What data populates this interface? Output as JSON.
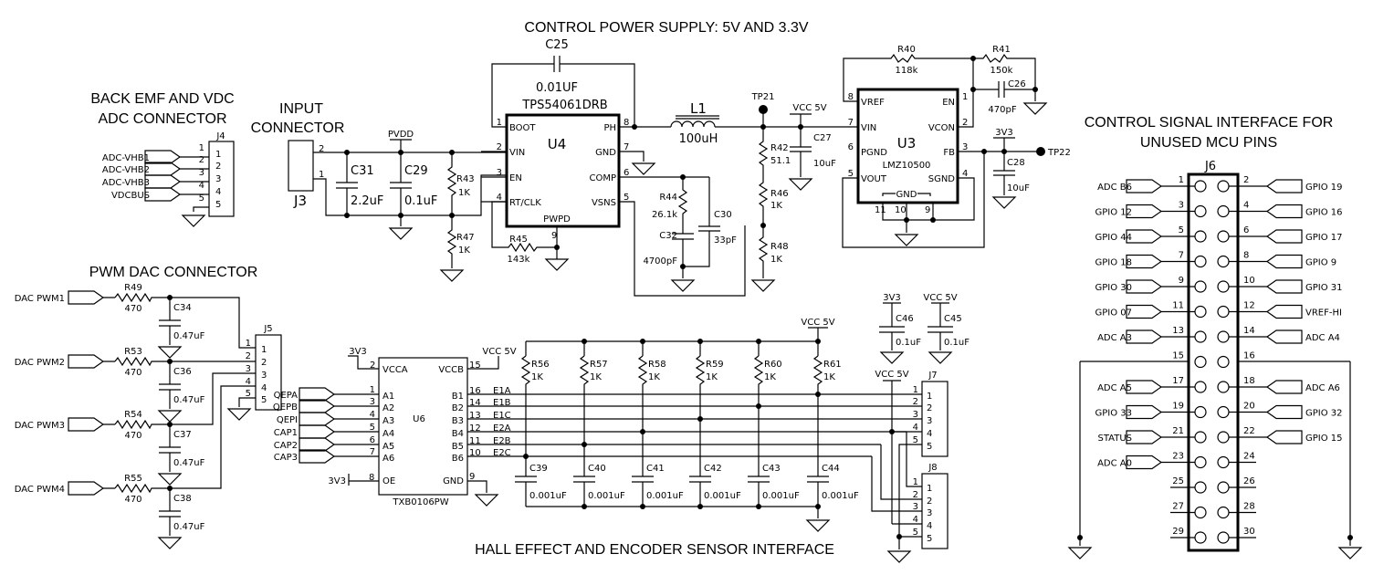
{
  "titles": {
    "back_emf": [
      "BACK EMF AND VDC",
      "ADC CONNECTOR"
    ],
    "input_connector": [
      "INPUT",
      "CONNECTOR"
    ],
    "power_supply": "CONTROL POWER SUPPLY: 5V AND 3.3V",
    "control_signal": [
      "CONTROL SIGNAL INTERFACE FOR",
      "UNUSED MCU PINS"
    ],
    "pwm_dac": "PWM  DAC CONNECTOR",
    "hall_effect": "HALL EFFECT AND ENCODER SENSOR INTERFACE"
  },
  "j4": {
    "ref": "J4",
    "nets": [
      "ADC-VHB1",
      "ADC-VHB2",
      "ADC-VHB3",
      "VDCBUS"
    ],
    "pins": [
      "1",
      "2",
      "3",
      "4",
      "5"
    ]
  },
  "j3": {
    "ref": "J3",
    "pins": [
      "2",
      "1"
    ]
  },
  "pvdd": "PVDD",
  "c31": {
    "ref": "C31",
    "value": "2.2uF"
  },
  "c29": {
    "ref": "C29",
    "value": "0.1uF"
  },
  "r43": {
    "ref": "R43",
    "value": "1K"
  },
  "r47": {
    "ref": "R47",
    "value": "1K"
  },
  "c25": {
    "ref": "C25",
    "value": "0.01UF"
  },
  "u4": {
    "part": "TPS54061DRB",
    "ref": "U4",
    "left_pins": [
      {
        "num": "1",
        "name": "BOOT"
      },
      {
        "num": "2",
        "name": "VIN"
      },
      {
        "num": "3",
        "name": "EN"
      },
      {
        "num": "4",
        "name": "RT/CLK"
      }
    ],
    "right_pins": [
      {
        "num": "8",
        "name": "PH"
      },
      {
        "num": "7",
        "name": "GND"
      },
      {
        "num": "6",
        "name": "COMP"
      },
      {
        "num": "5",
        "name": "VSNS"
      }
    ],
    "bottom_pin": {
      "num": "9",
      "name": "PWPD"
    }
  },
  "r45": {
    "ref": "R45",
    "value": "143k"
  },
  "r44": {
    "ref": "R44",
    "value": "26.1k"
  },
  "c32": {
    "ref": "C32",
    "value": "4700pF"
  },
  "c30": {
    "ref": "C30",
    "value": "33pF"
  },
  "l1": {
    "ref": "L1",
    "value": "100uH"
  },
  "tp21": "TP21",
  "tp22": "TP22",
  "r42": {
    "ref": "R42",
    "value": "51.1"
  },
  "r46": {
    "ref": "R46",
    "value": "1K"
  },
  "r48": {
    "ref": "R48",
    "value": "1K"
  },
  "vcc5v": "VCC 5V",
  "v3v3": "3V3",
  "c27": {
    "ref": "C27",
    "value": "10uF"
  },
  "c28": {
    "ref": "C28",
    "value": "10uF"
  },
  "r40": {
    "ref": "R40",
    "value": "118k"
  },
  "r41": {
    "ref": "R41",
    "value": "150k"
  },
  "c26": {
    "ref": "C26",
    "value": "470pF"
  },
  "u3": {
    "ref": "U3",
    "part": "LMZ10500",
    "left_pins": [
      {
        "num": "8",
        "name": "VREF"
      },
      {
        "num": "7",
        "name": "VIN"
      },
      {
        "num": "6",
        "name": "PGND"
      },
      {
        "num": "5",
        "name": "VOUT"
      }
    ],
    "right_pins": [
      {
        "num": "1",
        "name": "EN"
      },
      {
        "num": "2",
        "name": "VCON"
      },
      {
        "num": "3",
        "name": "FB"
      },
      {
        "num": "4",
        "name": "SGND"
      }
    ],
    "gnd_label": "GND",
    "bottom_pins": [
      "11",
      "10",
      "9"
    ]
  },
  "j6": {
    "ref": "J6",
    "left": [
      {
        "num": "1",
        "net": "ADC  B6"
      },
      {
        "num": "3",
        "net": "GPIO  12"
      },
      {
        "num": "5",
        "net": "GPIO  44"
      },
      {
        "num": "7",
        "net": "GPIO  18"
      },
      {
        "num": "9",
        "net": "GPIO  30"
      },
      {
        "num": "11",
        "net": "GPIO  07"
      },
      {
        "num": "13",
        "net": "ADC  A3"
      },
      {
        "num": "15",
        "net": ""
      },
      {
        "num": "17",
        "net": "ADC  A5"
      },
      {
        "num": "19",
        "net": "GPIO  33"
      },
      {
        "num": "21",
        "net": "STATUS"
      },
      {
        "num": "23",
        "net": "ADC  A0"
      },
      {
        "num": "25",
        "net": ""
      },
      {
        "num": "27",
        "net": ""
      },
      {
        "num": "29",
        "net": ""
      }
    ],
    "right": [
      {
        "num": "2",
        "net": "GPIO  19"
      },
      {
        "num": "4",
        "net": "GPIO  16"
      },
      {
        "num": "6",
        "net": "GPIO  17"
      },
      {
        "num": "8",
        "net": "GPIO  9"
      },
      {
        "num": "10",
        "net": "GPIO  31"
      },
      {
        "num": "12",
        "net": "VREF-HI"
      },
      {
        "num": "14",
        "net": "ADC  A4"
      },
      {
        "num": "16",
        "net": ""
      },
      {
        "num": "18",
        "net": "ADC  A6"
      },
      {
        "num": "20",
        "net": "GPIO  32"
      },
      {
        "num": "22",
        "net": "GPIO  15"
      },
      {
        "num": "24",
        "net": ""
      },
      {
        "num": "26",
        "net": ""
      },
      {
        "num": "28",
        "net": ""
      },
      {
        "num": "30",
        "net": ""
      }
    ]
  },
  "pwm_dac": {
    "channels": [
      {
        "net": "DAC PWM1",
        "r_ref": "R49",
        "r_val": "470",
        "c_ref": "C34",
        "c_val": "0.47uF"
      },
      {
        "net": "DAC PWM2",
        "r_ref": "R53",
        "r_val": "470",
        "c_ref": "C36",
        "c_val": "0.47uF"
      },
      {
        "net": "DAC PWM3",
        "r_ref": "R54",
        "r_val": "470",
        "c_ref": "C37",
        "c_val": "0.47uF"
      },
      {
        "net": "DAC PWM4",
        "r_ref": "R55",
        "r_val": "470",
        "c_ref": "C38",
        "c_val": "0.47uF"
      }
    ],
    "j5": {
      "ref": "J5",
      "pins": [
        "1",
        "2",
        "3",
        "4",
        "5"
      ]
    }
  },
  "u6": {
    "ref": "U6",
    "part": "TXB0106PW",
    "vcca": {
      "num": "2",
      "name": "VCCA",
      "net": "3V3"
    },
    "vccb": {
      "num": "15",
      "name": "VCCB",
      "net": "VCC 5V"
    },
    "a_pins": [
      {
        "net": "QEPA",
        "num": "1",
        "name": "A1"
      },
      {
        "net": "QEPB",
        "num": "3",
        "name": "A2"
      },
      {
        "net": "QEPI",
        "num": "4",
        "name": "A3"
      },
      {
        "net": "CAP1",
        "num": "5",
        "name": "A4"
      },
      {
        "net": "CAP2",
        "num": "6",
        "name": "A5"
      },
      {
        "net": "CAP3",
        "num": "7",
        "name": "A6"
      }
    ],
    "b_pins": [
      {
        "name": "B1",
        "num": "16",
        "net": "E1A"
      },
      {
        "name": "B2",
        "num": "14",
        "net": "E1B"
      },
      {
        "name": "B3",
        "num": "13",
        "net": "E1C"
      },
      {
        "name": "B4",
        "num": "12",
        "net": "E2A"
      },
      {
        "name": "B5",
        "num": "11",
        "net": "E2B"
      },
      {
        "name": "B6",
        "num": "10",
        "net": "E2C"
      }
    ],
    "oe": {
      "num": "8",
      "name": "OE",
      "net": "3V3"
    },
    "gnd": {
      "num": "9",
      "name": "GND"
    }
  },
  "pullups": [
    {
      "r_ref": "R56",
      "r_val": "1K",
      "c_ref": "C39",
      "c_val": "0.001uF"
    },
    {
      "r_ref": "R57",
      "r_val": "1K",
      "c_ref": "C40",
      "c_val": "0.001uF"
    },
    {
      "r_ref": "R58",
      "r_val": "1K",
      "c_ref": "C41",
      "c_val": "0.001uF"
    },
    {
      "r_ref": "R59",
      "r_val": "1K",
      "c_ref": "C42",
      "c_val": "0.001uF"
    },
    {
      "r_ref": "R60",
      "r_val": "1K",
      "c_ref": "C43",
      "c_val": "0.001uF"
    },
    {
      "r_ref": "R61",
      "r_val": "1K",
      "c_ref": "C44",
      "c_val": "0.001uF"
    }
  ],
  "c46": {
    "ref": "C46",
    "value": "0.1uF",
    "net": "3V3"
  },
  "c45": {
    "ref": "C45",
    "value": "0.1uF",
    "net": "VCC 5V"
  },
  "j7": {
    "ref": "J7",
    "pins": [
      "1",
      "2",
      "3",
      "4",
      "5"
    ]
  },
  "j8": {
    "ref": "J8",
    "pins": [
      "1",
      "2",
      "3",
      "4",
      "5"
    ]
  }
}
